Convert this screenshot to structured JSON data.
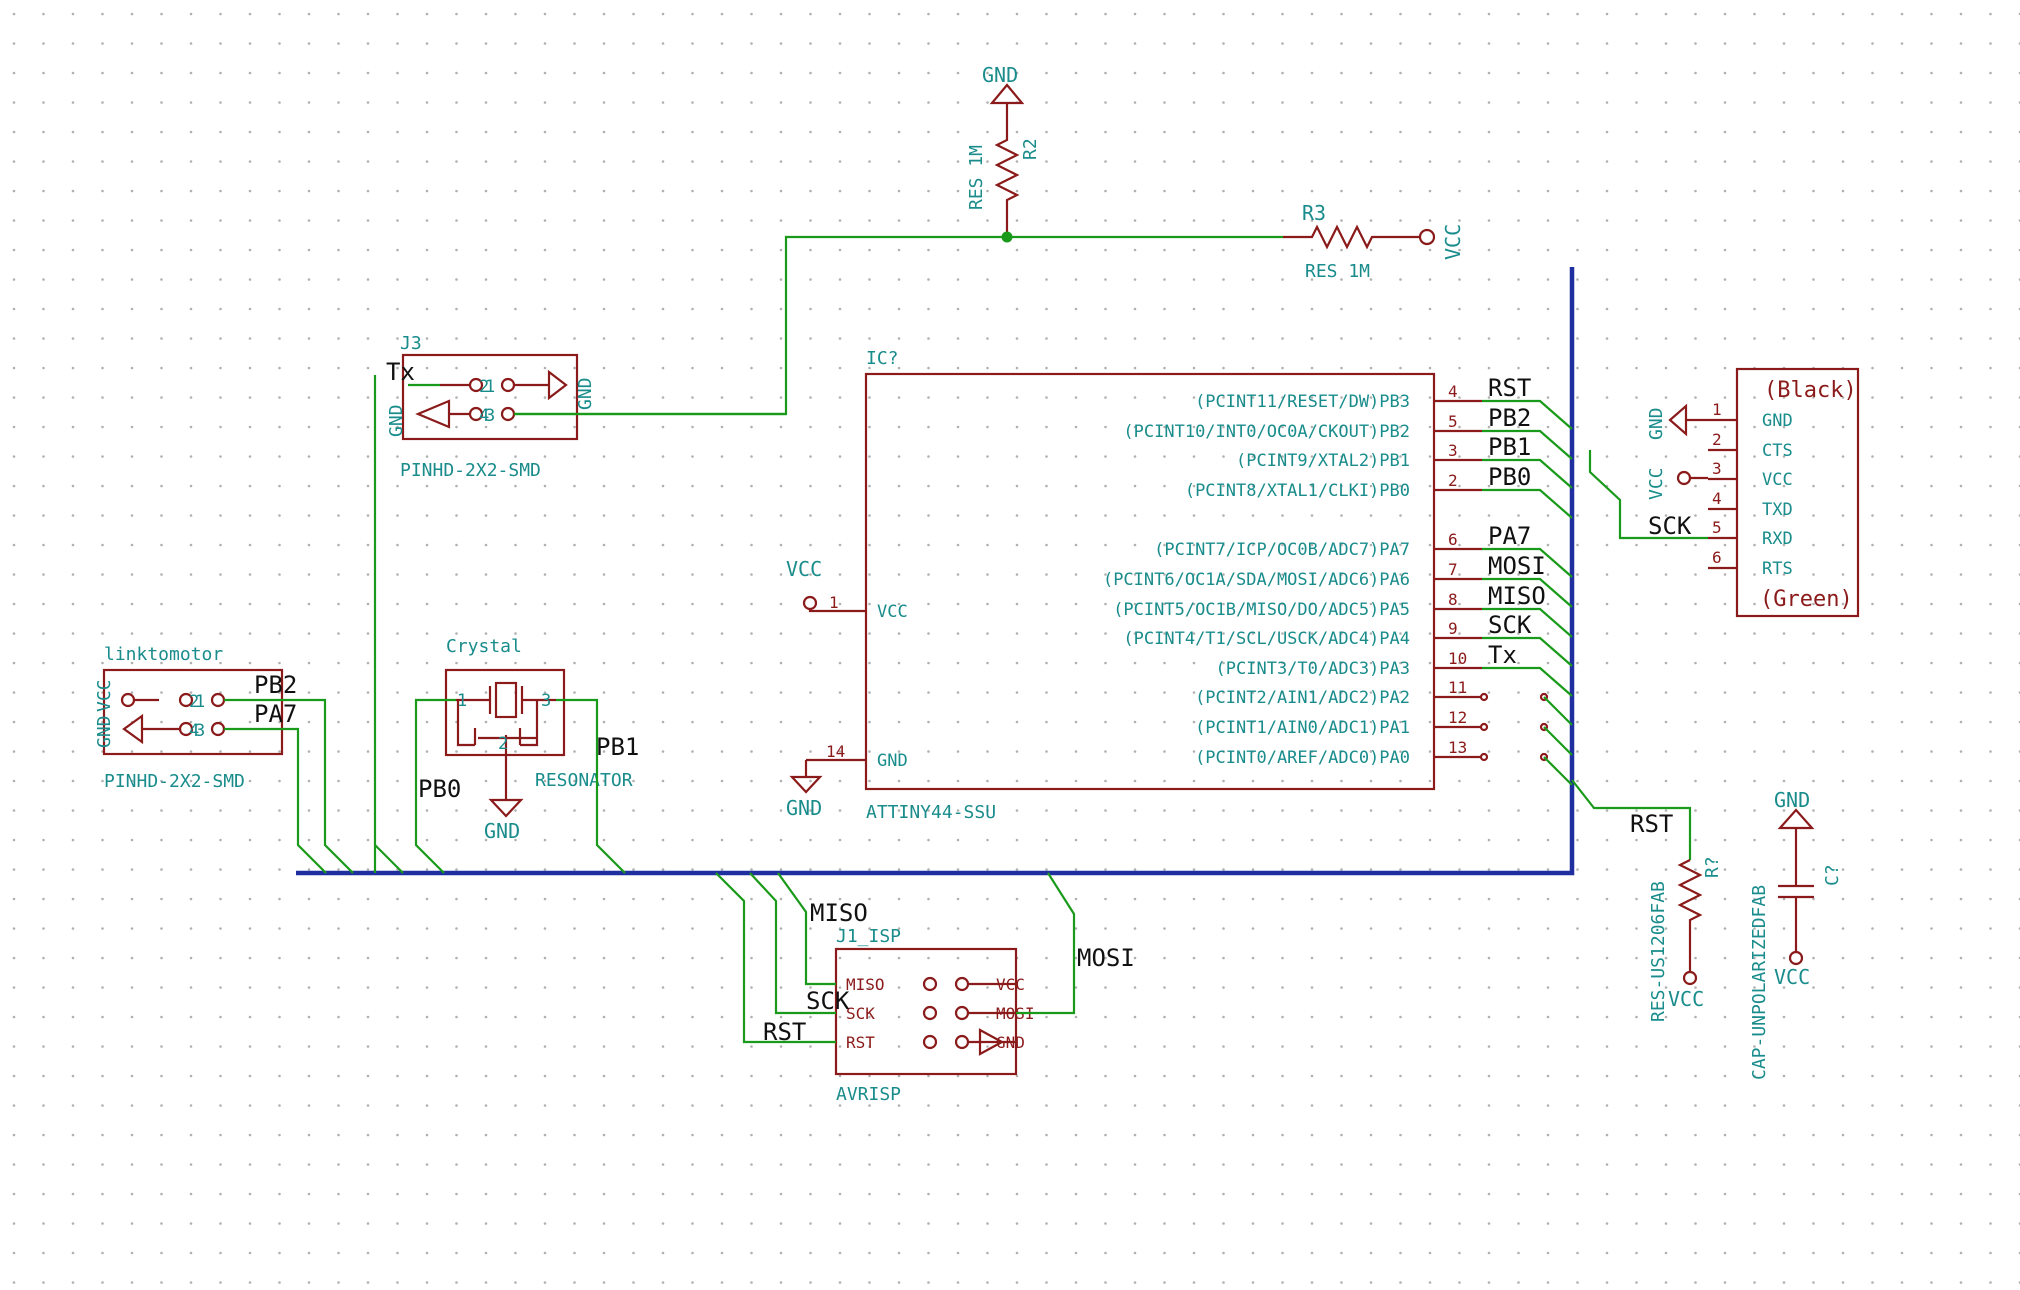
{
  "theme": {
    "symbol_color": "#8b1a1a",
    "wire_color": "#1a9a1a",
    "bus_color": "#1f2fa0",
    "text_color": "#1a8c8c",
    "net_label_color": "#111111",
    "grid_dot_color": "#b0b0b0"
  },
  "power": {
    "gnd": "GND",
    "vcc": "VCC"
  },
  "r2": {
    "ref": "R2",
    "value": "RES 1M"
  },
  "r3": {
    "ref": "R3",
    "value": "RES 1M"
  },
  "j3": {
    "ref": "J3",
    "value": "PINHD-2X2-SMD",
    "pins": [
      "1",
      "2",
      "3",
      "4"
    ],
    "net_tx": "Tx"
  },
  "ic": {
    "ref": "IC?",
    "value": "ATTINY44-SSU",
    "left_pins": [
      {
        "num": "1",
        "name": "VCC"
      },
      {
        "num": "14",
        "name": "GND"
      }
    ],
    "right_pins": [
      {
        "num": "4",
        "name": "(PCINT11/RESET/DW)PB3",
        "net": "RST"
      },
      {
        "num": "5",
        "name": "(PCINT10/INT0/OC0A/CKOUT)PB2",
        "net": "PB2"
      },
      {
        "num": "3",
        "name": "(PCINT9/XTAL2)PB1",
        "net": "PB1"
      },
      {
        "num": "2",
        "name": "(PCINT8/XTAL1/CLKI)PB0",
        "net": "PB0"
      },
      {
        "num": "6",
        "name": "(PCINT7/ICP/OC0B/ADC7)PA7",
        "net": "PA7"
      },
      {
        "num": "7",
        "name": "(PCINT6/OC1A/SDA/MOSI/ADC6)PA6",
        "net": "MOSI"
      },
      {
        "num": "8",
        "name": "(PCINT5/OC1B/MISO/DO/ADC5)PA5",
        "net": "MISO"
      },
      {
        "num": "9",
        "name": "(PCINT4/T1/SCL/USCK/ADC4)PA4",
        "net": "SCK"
      },
      {
        "num": "10",
        "name": "(PCINT3/T0/ADC3)PA3",
        "net": "Tx"
      },
      {
        "num": "11",
        "name": "(PCINT2/AIN1/ADC2)PA2",
        "net": ""
      },
      {
        "num": "12",
        "name": "(PCINT1/AIN0/ADC1)PA1",
        "net": ""
      },
      {
        "num": "13",
        "name": "(PCINT0/AREF/ADC0)PA0",
        "net": ""
      }
    ]
  },
  "ftdi": {
    "top_label": "(Black)",
    "bottom_label": "(Green)",
    "pins": [
      {
        "num": "1",
        "name": "GND"
      },
      {
        "num": "2",
        "name": "CTS"
      },
      {
        "num": "3",
        "name": "VCC"
      },
      {
        "num": "4",
        "name": "TXD"
      },
      {
        "num": "5",
        "name": "RXD"
      },
      {
        "num": "6",
        "name": "RTS"
      }
    ],
    "net_sck": "SCK"
  },
  "motor": {
    "ref": "linktomotor",
    "value": "PINHD-2X2-SMD",
    "pins": [
      "1",
      "2",
      "3",
      "4"
    ],
    "net_pb2": "PB2",
    "net_pa7": "PA7",
    "side_gnd": "GND",
    "side_vcc": "VCC"
  },
  "crystal": {
    "ref": "Crystal",
    "value": "RESONATOR",
    "pins": [
      "1",
      "2",
      "3"
    ],
    "net_pb0": "PB0",
    "net_pb1": "PB1"
  },
  "isp": {
    "ref": "J1_ISP",
    "value": "AVRISP",
    "pins": [
      {
        "name": "MISO",
        "right": "VCC"
      },
      {
        "name": "SCK",
        "right": "MOSI"
      },
      {
        "name": "RST",
        "right": "GND"
      }
    ],
    "net_miso": "MISO",
    "net_sck": "SCK",
    "net_rst": "RST",
    "net_mosi": "MOSI"
  },
  "r_reset": {
    "ref": "R?",
    "value": "RES-US1206FAB",
    "net": "RST"
  },
  "cap": {
    "ref": "C?",
    "value": "CAP-UNPOLARIZEDFAB"
  }
}
